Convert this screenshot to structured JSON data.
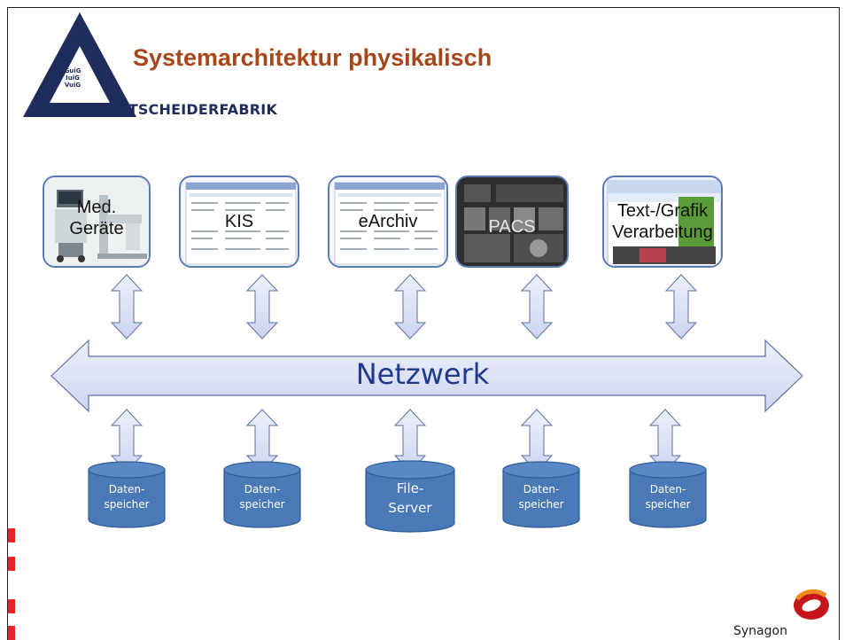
{
  "slide": {
    "title": "Systemarchitektur physikalisch",
    "brand": "ENTSCHEIDERFABRIK",
    "logo_lines": [
      "GuiG",
      "IuiG",
      "VuiG"
    ],
    "footer_brand": "Synagon"
  },
  "applications": [
    {
      "label": "Med.\nGeräte"
    },
    {
      "label": "KIS"
    },
    {
      "label": "eArchiv"
    },
    {
      "label": "PACS"
    },
    {
      "label": "Text-/Grafik\nVerarbeitung"
    }
  ],
  "network": {
    "label": "Netzwerk"
  },
  "storage": [
    {
      "label": "Daten-\nspeicher"
    },
    {
      "label": "Daten-\nspeicher"
    },
    {
      "label": "File-\nServer"
    },
    {
      "label": "Daten-\nspeicher"
    },
    {
      "label": "Daten-\nspeicher"
    }
  ],
  "colors": {
    "title": "#a6461b",
    "brand": "#1e2d5b",
    "app_border": "#5b7bb3",
    "arrow_fill": "#dfe4f7",
    "arrow_stroke": "#5b6fa8",
    "cylinder_fill": "#4a79b7",
    "network_text": "#1f3a8a",
    "accent_red": "#e8222b"
  }
}
